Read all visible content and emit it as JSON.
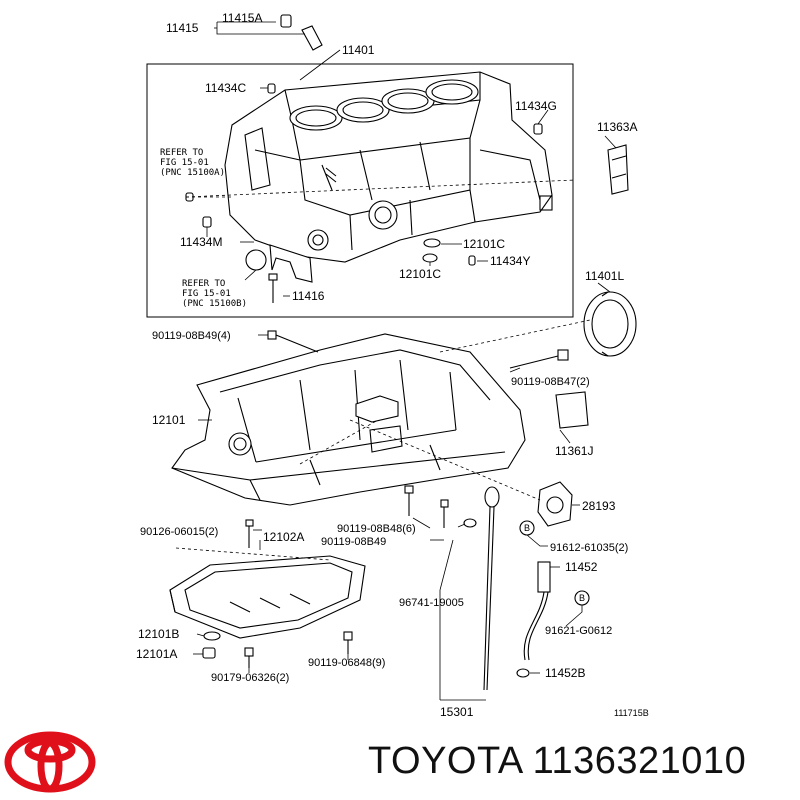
{
  "labels": {
    "p11415": "11415",
    "p11415A": "11415A",
    "p11401": "11401",
    "p11434C": "11434C",
    "p11434G": "11434G",
    "p11363A": "11363A",
    "ref1_l1": "REFER TO",
    "ref1_l2": "FIG 15-01",
    "ref1_l3": "(PNC 15100A)",
    "p11434M": "11434M",
    "p12101C_a": "12101C",
    "p12101C_b": "12101C",
    "p11434Y": "11434Y",
    "ref2_l1": "REFER TO",
    "ref2_l2": "FIG 15-01",
    "ref2_l3": "(PNC 15100B)",
    "p11416": "11416",
    "p11401L": "11401L",
    "p90119_08B49_4": "90119-08B49(4)",
    "p90119_08B47_2": "90119-08B47(2)",
    "p12101": "12101",
    "p11361J": "11361J",
    "p28193": "28193",
    "p90126_06015_2": "90126-06015(2)",
    "p12102A": "12102A",
    "p90119_08B48_6": "90119-08B48(6)",
    "p90119_08B49": "90119-08B49",
    "p91612_61035_2": "91612-61035(2)",
    "p11452": "11452",
    "p96741_19005": "96741-19005",
    "p91621_G0612": "91621-G0612",
    "p12101B": "12101B",
    "p12101A": "12101A",
    "p90119_06848_9": "90119-06848(9)",
    "p90179_06326_2": "90179-06326(2)",
    "p11452B": "11452B",
    "p15301": "15301",
    "callout_B1": "B",
    "callout_B2": "B",
    "fig_code": "111715B"
  },
  "brand": {
    "text": "TOYOTA 1136321010",
    "logo_color": "#e0101a"
  },
  "colors": {
    "line": "#000000",
    "background": "#ffffff"
  }
}
